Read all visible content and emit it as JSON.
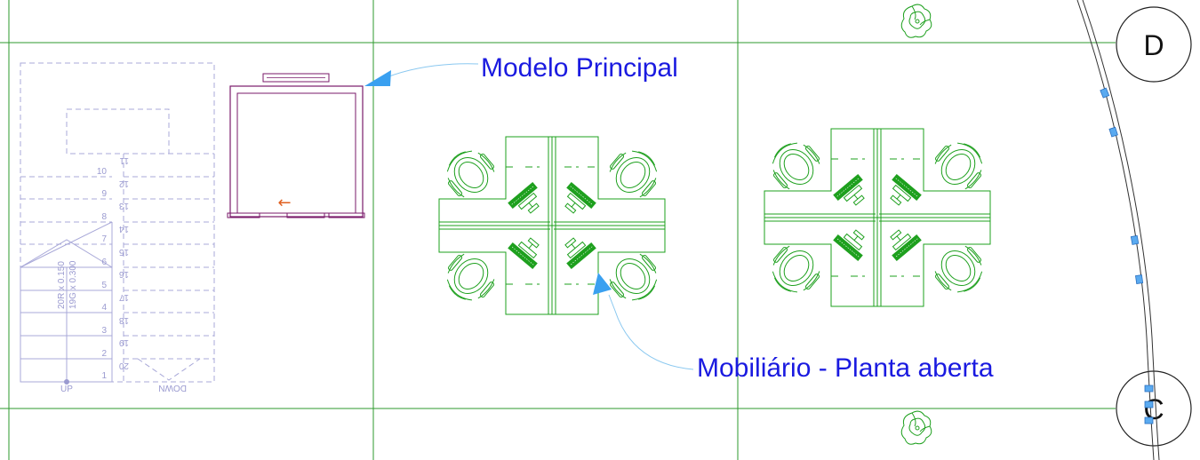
{
  "annotations": {
    "main_model_label": "Modelo Principal",
    "furniture_label": "Mobiliário - Planta aberta"
  },
  "grid_bubbles": {
    "upper": "D",
    "lower": "C"
  },
  "stair": {
    "up_label": "UP",
    "down_label": "DOWN",
    "riser_note": "20R x 0.150",
    "tread_note": "19G x 0.300",
    "left_steps": [
      "1",
      "2",
      "3",
      "4",
      "5",
      "6",
      "7",
      "8",
      "9",
      "10"
    ],
    "right_steps": [
      "11",
      "12",
      "13",
      "14",
      "15",
      "16",
      "17",
      "18",
      "19",
      "20"
    ]
  },
  "elevator_arrow": "←",
  "colors": {
    "annotation_text": "#1a1ae0",
    "leader_arrow": "#3aa0f0",
    "grid_lines": "#2e9a2e",
    "furniture": "#1ea01e",
    "stair": "#a8a8d8",
    "elevator": "#7a1a6a",
    "elevator_arrow": "#e06020"
  }
}
